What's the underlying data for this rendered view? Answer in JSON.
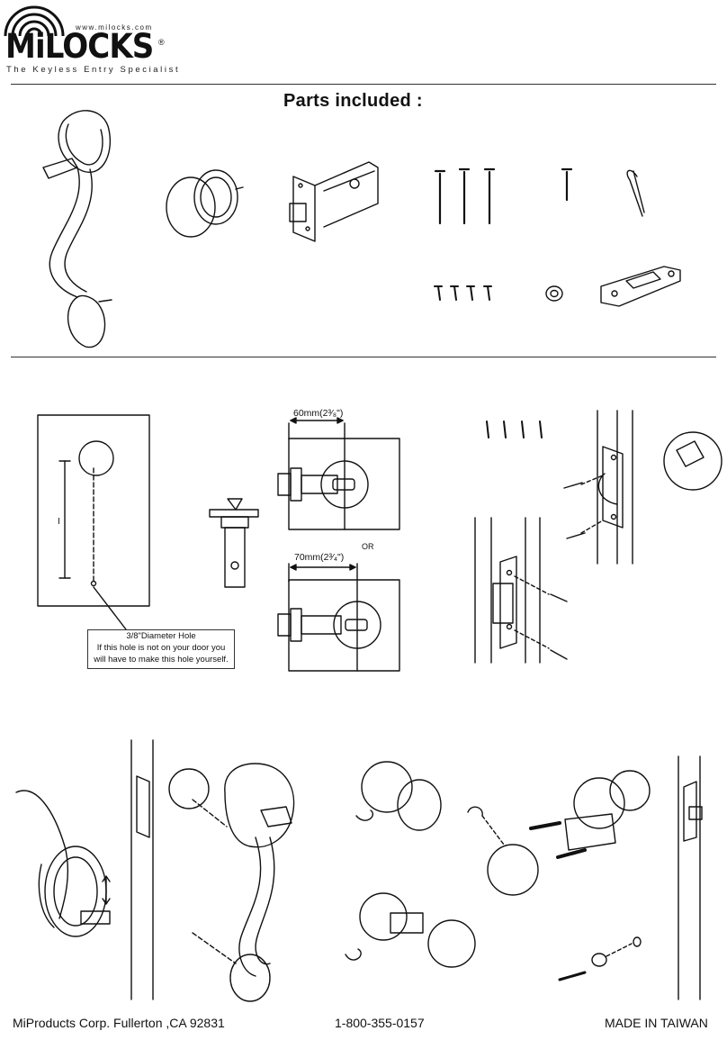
{
  "brand": {
    "website": "www.milocks.com",
    "logo_text": "MiLOCKS",
    "registered_mark": "®",
    "tagline": "The  Keyless  Entry  Specialist"
  },
  "parts": {
    "title": "Parts included :"
  },
  "diagram_labels": {
    "backset_60": "60mm(2³⁄₈\")",
    "backset_70": "70mm(2³⁄₄\")",
    "or": "OR",
    "hole_title": "3/8\"Diameter Hole",
    "hole_line1": "If this hole is not on your door you",
    "hole_line2": "will have to make this hole yourself."
  },
  "footer": {
    "company": "MiProducts Corp.   Fullerton ,CA 92831",
    "phone": "1-800-355-0157",
    "origin": "MADE IN TAIWAN"
  }
}
